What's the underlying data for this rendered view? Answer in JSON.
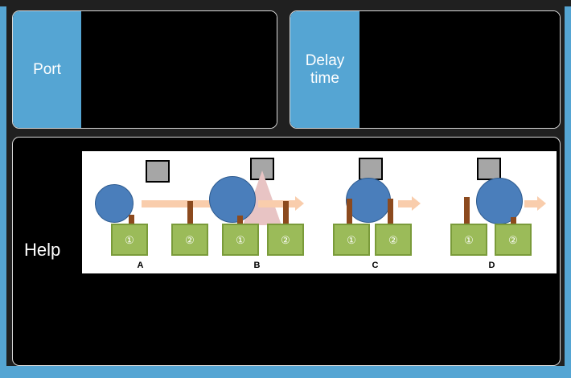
{
  "theme": {
    "accent_blue": "#55a5d3",
    "panel_background": "#000000",
    "page_background": "#202020",
    "figure_background": "#ffffff",
    "circle_color": "#4a7ebb",
    "box_color": "#9bbb59",
    "post_color": "#8c4a1e",
    "arrow_color": "#f9cdac",
    "triangle_color": "#e8c4c4",
    "square_color": "#a6a6a6"
  },
  "cards": {
    "port": {
      "tab_label": "Port",
      "content": ""
    },
    "delay": {
      "tab_label": "Delay\ntime",
      "tab_line1": "Delay",
      "tab_line2": "time",
      "content": ""
    },
    "help": {
      "label": "Help"
    }
  },
  "figure": {
    "panels": [
      {
        "id": "A",
        "label": "A",
        "box1_number": "①",
        "box2_number": "②",
        "has_triangle": false,
        "arrow_length": "long"
      },
      {
        "id": "B",
        "label": "B",
        "box1_number": "①",
        "box2_number": "②",
        "has_triangle": true,
        "arrow_length": "medium"
      },
      {
        "id": "C",
        "label": "C",
        "box1_number": "①",
        "box2_number": "②",
        "has_triangle": false,
        "arrow_length": "short"
      },
      {
        "id": "D",
        "label": "D",
        "box1_number": "①",
        "box2_number": "②",
        "has_triangle": false,
        "arrow_length": "short"
      }
    ]
  }
}
